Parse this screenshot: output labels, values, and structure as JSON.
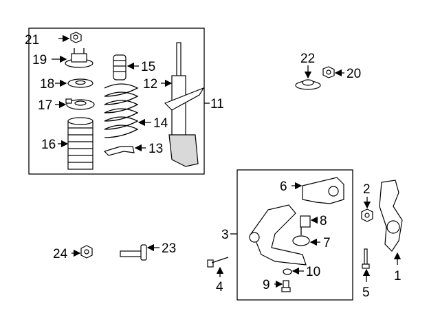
{
  "diagram": {
    "callouts": [
      "21",
      "19",
      "15",
      "18",
      "12",
      "11",
      "17",
      "14",
      "16",
      "13",
      "22",
      "20",
      "6",
      "2",
      "8",
      "3",
      "7",
      "1",
      "24",
      "23",
      "10",
      "4",
      "9",
      "5"
    ]
  }
}
